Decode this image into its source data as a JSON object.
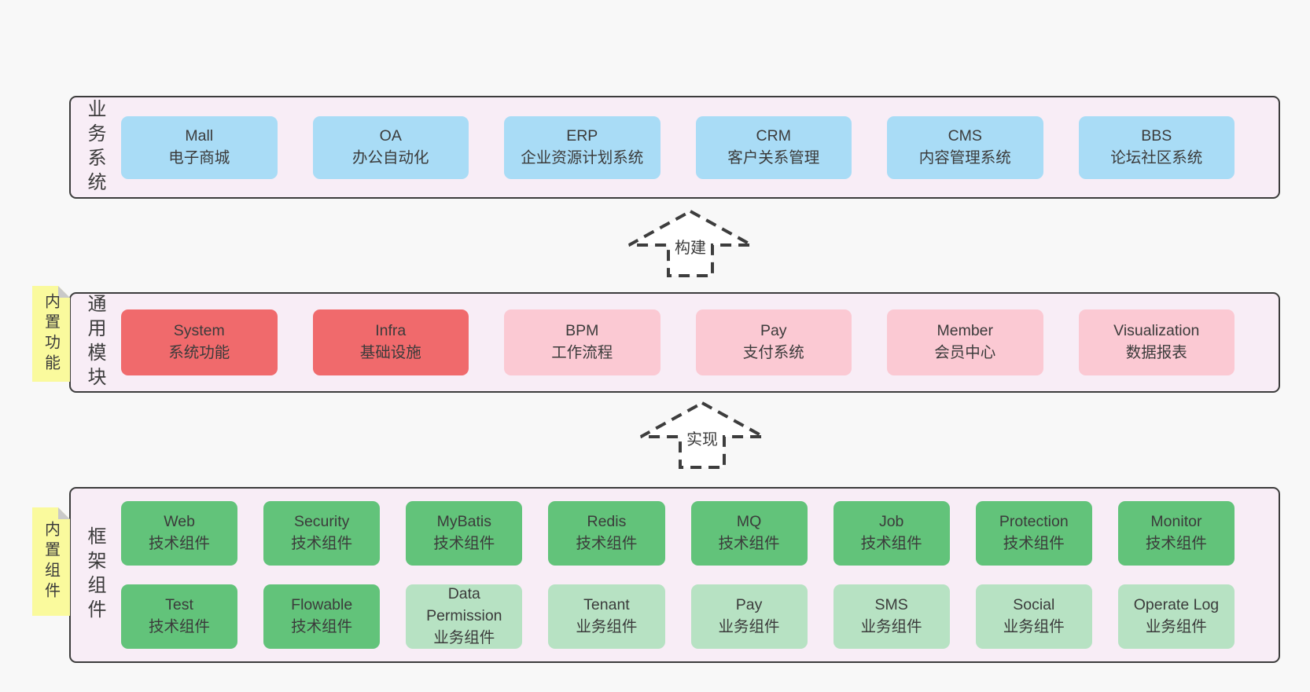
{
  "diagram": {
    "background": "#f8f8f8",
    "panel_fill": "#f8edf6",
    "panel_border": "#3c3c3c"
  },
  "colors": {
    "blue_box": "#a9dcf6",
    "red_box": "#f06a6c",
    "pink_box": "#fbc9d3",
    "green_dark_box": "#62c37a",
    "green_light_box": "#b7e2c3",
    "sticky_yellow": "#fafa9d",
    "sticky_fold_gray": "#c9c9c9",
    "text": "#3b3b3b"
  },
  "sections": {
    "business": {
      "label": "业务系统",
      "boxes": [
        {
          "name": "Mall",
          "desc": "电子商城",
          "color": "blue"
        },
        {
          "name": "OA",
          "desc": "办公自动化",
          "color": "blue"
        },
        {
          "name": "ERP",
          "desc": "企业资源计划系统",
          "color": "blue"
        },
        {
          "name": "CRM",
          "desc": "客户关系管理",
          "color": "blue"
        },
        {
          "name": "CMS",
          "desc": "内容管理系统",
          "color": "blue"
        },
        {
          "name": "BBS",
          "desc": "论坛社区系统",
          "color": "blue"
        }
      ]
    },
    "modules": {
      "label": "通用模块",
      "note": "内置功能",
      "boxes": [
        {
          "name": "System",
          "desc": "系统功能",
          "color": "red"
        },
        {
          "name": "Infra",
          "desc": "基础设施",
          "color": "red"
        },
        {
          "name": "BPM",
          "desc": "工作流程",
          "color": "pink"
        },
        {
          "name": "Pay",
          "desc": "支付系统",
          "color": "pink"
        },
        {
          "name": "Member",
          "desc": "会员中心",
          "color": "pink"
        },
        {
          "name": "Visualization",
          "desc": "数据报表",
          "color": "pink"
        }
      ]
    },
    "components": {
      "label": "框架组件",
      "note": "内置组件",
      "row1": [
        {
          "name": "Web",
          "desc": "技术组件",
          "color": "green-dark"
        },
        {
          "name": "Security",
          "desc": "技术组件",
          "color": "green-dark"
        },
        {
          "name": "MyBatis",
          "desc": "技术组件",
          "color": "green-dark"
        },
        {
          "name": "Redis",
          "desc": "技术组件",
          "color": "green-dark"
        },
        {
          "name": "MQ",
          "desc": "技术组件",
          "color": "green-dark"
        },
        {
          "name": "Job",
          "desc": "技术组件",
          "color": "green-dark"
        },
        {
          "name": "Protection",
          "desc": "技术组件",
          "color": "green-dark"
        },
        {
          "name": "Monitor",
          "desc": "技术组件",
          "color": "green-dark"
        }
      ],
      "row2": [
        {
          "name": "Test",
          "desc": "技术组件",
          "color": "green-dark"
        },
        {
          "name": "Flowable",
          "desc": "技术组件",
          "color": "green-dark"
        },
        {
          "name": "Data Permission",
          "desc": "业务组件",
          "color": "green-light"
        },
        {
          "name": "Tenant",
          "desc": "业务组件",
          "color": "green-light"
        },
        {
          "name": "Pay",
          "desc": "业务组件",
          "color": "green-light"
        },
        {
          "name": "SMS",
          "desc": "业务组件",
          "color": "green-light"
        },
        {
          "name": "Social",
          "desc": "业务组件",
          "color": "green-light"
        },
        {
          "name": "Operate Log",
          "desc": "业务组件",
          "color": "green-light"
        }
      ]
    }
  },
  "arrows": [
    {
      "label": "构建",
      "direction": "up"
    },
    {
      "label": "实现",
      "direction": "up"
    }
  ]
}
